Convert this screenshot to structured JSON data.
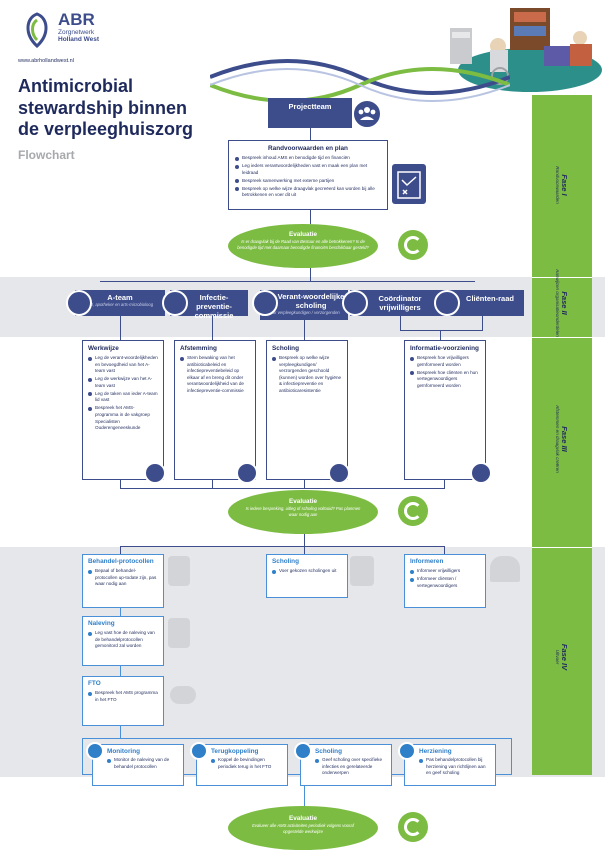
{
  "brand": {
    "name": "ABR",
    "sub1": "Zorgnetwerk",
    "sub2": "Holland West",
    "url": "www.abrhollandwest.nl"
  },
  "title": {
    "line1": "Antimicrobial",
    "line2": "stewardship binnen",
    "line3": "de verpleeghuiszorg",
    "subtitle": "Flowchart"
  },
  "colors": {
    "navy": "#3d4d8c",
    "green": "#7cbc42",
    "blue": "#4a90d9",
    "band": "#e6e7ea"
  },
  "phase1": {
    "projectteam": "Projectteam",
    "randvoorwaarden": {
      "title": "Randvoorwaarden en plan",
      "items": [
        "Bespreek inhoud AMS en benodigde tijd en financiën",
        "Leg ieders verantwoordelijkheden vast en maak een plan met leidraad",
        "Bespreek samenwerking met externe partijen",
        "Bespreek op welke wijze draagvlak gecreëerd kan worden bij alle betrokkenen en voer dit uit"
      ]
    },
    "evaluatie": {
      "title": "Evaluatie",
      "sub": "Is er draagvlak bij de Raad van Bestuur en alle betrokkenen? Is de benodigde tijd met daarnaar benodigde financiën beschikbaar gesteld?"
    }
  },
  "phase2": {
    "teams": [
      {
        "label": "A-team",
        "sub": "SO, apotheker en arts-microbioloog"
      },
      {
        "label": "Infectie-preventie-commissie",
        "sub": ""
      },
      {
        "label": "Verant-woordelijke scholing",
        "sub": "voor verpleegkundigen / verzorgenden"
      },
      {
        "label": "Coördinator vrijwilligers",
        "sub": ""
      },
      {
        "label": "Cliënten-raad",
        "sub": ""
      }
    ]
  },
  "phase3": {
    "werkwijze": {
      "title": "Werkwijze",
      "items": [
        "Leg de verant-woordelijkheden en bevoegdheid van het A-team vast",
        "Leg de werkwijze van het A-team vast",
        "Leg de taken van ieder A-team lid vast",
        "Bespreek het AMS-programma in de vakgroep Specialisten Ouderengeneeskunde"
      ]
    },
    "afstemming": {
      "title": "Afstemming",
      "items": [
        "Stem bewaking van het antibioticabeleid en infectiepreventiebeleid op elkaar af en breng dit onder verantwoordelijkheid van de infectiepreventie-commissie"
      ]
    },
    "scholing": {
      "title": "Scholing",
      "items": [
        "Bespreek op welke wijze verpleegkundigen/ verzorgenden geschoold (kunnen) worden over hygiëne & infectiepreventie en antibioticaresistentie"
      ]
    },
    "informatie": {
      "title": "Informatie-voorziening",
      "items": [
        "Bespreek hoe vrijwilligers geïnformeerd worden",
        "Bespreek hoe cliënten en hun vertegenwoordigers geïnformeerd worden"
      ]
    },
    "evaluatie": {
      "title": "Evaluatie",
      "sub": "Is iedere bespreking, uitleg of scholing voltooid? Pas planmen waar nodig aan"
    }
  },
  "phase4": {
    "behandel": {
      "title": "Behandel-protocollen",
      "items": [
        "Bepaal of behandel-protocollen up-todate zijn, pas waar nodig aan"
      ]
    },
    "naleving": {
      "title": "Naleving",
      "items": [
        "Leg vast hoe de naleving van de behandelprotocollen gemonitord zal worden"
      ]
    },
    "fto": {
      "title": "FTO",
      "items": [
        "Bespreek het AMS programma in het FTO"
      ]
    },
    "scholing": {
      "title": "Scholing",
      "items": [
        "Voer gekozen scholingen uit"
      ]
    },
    "informeren": {
      "title": "Informeren",
      "items": [
        "Informeer vrijwilligers",
        "Informeer cliënten / vertegenwoordigers"
      ]
    },
    "cycle": [
      {
        "title": "Monitoring",
        "items": [
          "Monitor de naleving van de behandel protocollen"
        ]
      },
      {
        "title": "Terugkoppeling",
        "items": [
          "Koppel de bevindingen periodiek terug in het FTO"
        ]
      },
      {
        "title": "Scholing",
        "items": [
          "Geef scholing over specifieke infecties en gerelateerde onderwerpen"
        ]
      },
      {
        "title": "Herziening",
        "items": [
          "Pas behandelprotocollen bij herziening van richtlijnen aan en geef scholing"
        ]
      }
    ],
    "evaluatie": {
      "title": "Evaluatie",
      "sub": "Evalueer alle AMS activiteiten periodiek volgens vooraf opgestelde werkwijze"
    }
  },
  "phases": [
    {
      "label": "Fase I",
      "sub": "Randvoorwaarden"
    },
    {
      "label": "Fase II",
      "sub": "Aanwijzen organisatieonderdelen"
    },
    {
      "label": "Fase III",
      "sub": "Afstemmen en draagvlak creëren"
    },
    {
      "label": "Fase IV",
      "sub": "Uitvoer"
    }
  ]
}
